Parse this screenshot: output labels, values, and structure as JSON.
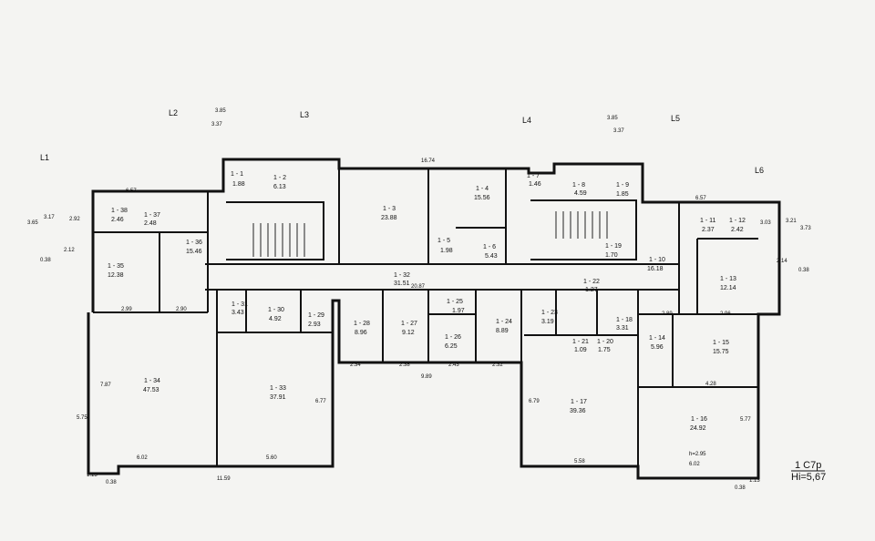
{
  "plan": {
    "rooms": [
      {
        "num": "1 - 1",
        "area": "1.88"
      },
      {
        "num": "1 - 2",
        "area": "6.13"
      },
      {
        "num": "1 - 3",
        "area": "23.88"
      },
      {
        "num": "1 - 4",
        "area": "15.56"
      },
      {
        "num": "1 - 5",
        "area": "1.98"
      },
      {
        "num": "1 - 6",
        "area": "5.43"
      },
      {
        "num": "1 - 7",
        "area": "1.46"
      },
      {
        "num": "1 - 8",
        "area": "4.59"
      },
      {
        "num": "1 - 9",
        "area": "1.85"
      },
      {
        "num": "1 - 10",
        "area": "16.18"
      },
      {
        "num": "1 - 11",
        "area": "2.37"
      },
      {
        "num": "1 - 12",
        "area": "2.42"
      },
      {
        "num": "1 - 13",
        "area": "12.14"
      },
      {
        "num": "1 - 14",
        "area": "5.96"
      },
      {
        "num": "1 - 15",
        "area": "15.75"
      },
      {
        "num": "1 - 16",
        "area": "24.92"
      },
      {
        "num": "1 - 17",
        "area": "39.36"
      },
      {
        "num": "1 - 18",
        "area": "3.31"
      },
      {
        "num": "1 - 19",
        "area": "1.70"
      },
      {
        "num": "1 - 20",
        "area": "1.75"
      },
      {
        "num": "1 - 21",
        "area": "1.09"
      },
      {
        "num": "1 - 22",
        "area": "1.27"
      },
      {
        "num": "1 - 23",
        "area": "3.19"
      },
      {
        "num": "1 - 24",
        "area": "8.89"
      },
      {
        "num": "1 - 25",
        "area": "1.97"
      },
      {
        "num": "1 - 26",
        "area": "6.25"
      },
      {
        "num": "1 - 27",
        "area": "9.12"
      },
      {
        "num": "1 - 28",
        "area": "8.96"
      },
      {
        "num": "1 - 29",
        "area": "2.93"
      },
      {
        "num": "1 - 30",
        "area": "4.92"
      },
      {
        "num": "1 - 31",
        "area": "3.43"
      },
      {
        "num": "1 - 32",
        "area": "31.51"
      },
      {
        "num": "1 - 33",
        "area": "37.91"
      },
      {
        "num": "1 - 34",
        "area": "47.53"
      },
      {
        "num": "1 - 35",
        "area": "12.38"
      },
      {
        "num": "1 - 36",
        "area": "15.46"
      },
      {
        "num": "1 - 37",
        "area": "2.48"
      },
      {
        "num": "1 - 38",
        "area": "2.46"
      }
    ],
    "axes": [
      "L1",
      "L2",
      "L3",
      "L4",
      "L5",
      "L6"
    ],
    "dims": [
      "3.85",
      "3.37",
      "3.85",
      "3.37",
      "16.74",
      "6.57",
      "6.57",
      "20.87",
      "11.59",
      "9.89",
      "5.58",
      "6.02",
      "6.02",
      "5.60",
      "0.38",
      "0.38",
      "0.38",
      "0.38",
      "2.99",
      "2.90",
      "2.89",
      "2.96",
      "4.28",
      "2.34",
      "2.38",
      "2.43",
      "2.32",
      "3.65",
      "3.17",
      "3.21",
      "3.73",
      "2.12",
      "2.14",
      "2.92",
      "3.03",
      "7.87",
      "5.75",
      "5.77",
      "6.77",
      "6.79",
      "1.13",
      "1.13",
      "h=2.95"
    ],
    "stamp": "1 С7р",
    "level": "Hi=5,67"
  }
}
